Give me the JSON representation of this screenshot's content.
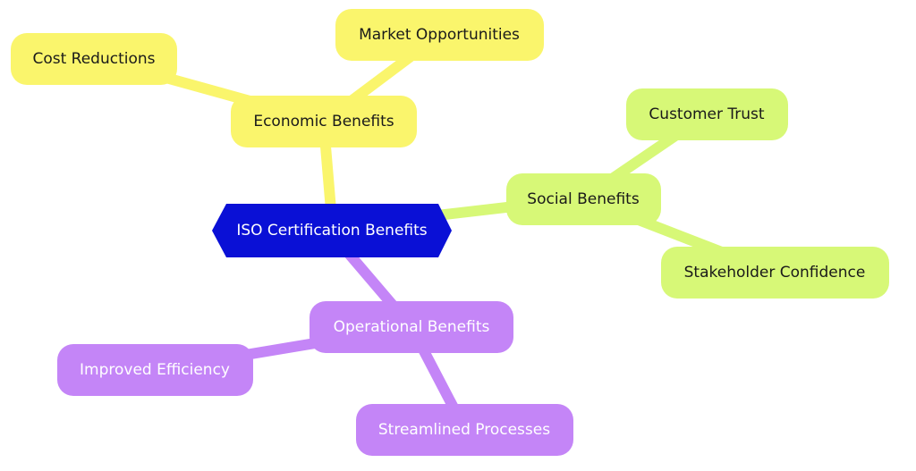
{
  "root": {
    "label": "ISO Certification Benefits",
    "color": "#0a10d6"
  },
  "branches": [
    {
      "key": "economic",
      "label": "Economic Benefits",
      "color": "#faf56c",
      "text_style": "dark",
      "children": [
        "Cost Reductions",
        "Market Opportunities"
      ]
    },
    {
      "key": "social",
      "label": "Social Benefits",
      "color": "#d7f877",
      "text_style": "dark",
      "children": [
        "Customer Trust",
        "Stakeholder Confidence"
      ]
    },
    {
      "key": "operational",
      "label": "Operational Benefits",
      "color": "#c485f7",
      "text_style": "light",
      "children": [
        "Improved Efficiency",
        "Streamlined Processes"
      ]
    }
  ]
}
